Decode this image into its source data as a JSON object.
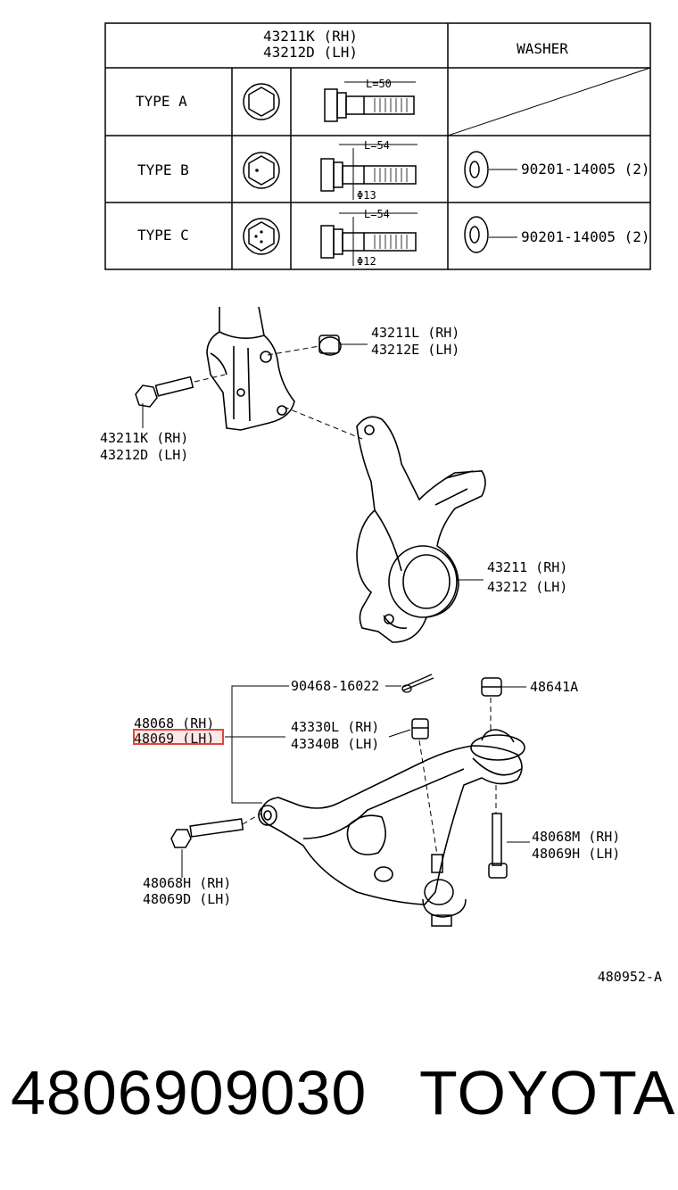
{
  "table": {
    "header_left_line1": "43211K (RH)",
    "header_left_line2": "43212D (LH)",
    "header_right": "WASHER",
    "rows": [
      {
        "type": "TYPE  A",
        "length": "L=50",
        "diameter": "",
        "washer": ""
      },
      {
        "type": "TYPE  B",
        "length": "L=54",
        "diameter": "Φ13",
        "washer": "90201-14005 (2)"
      },
      {
        "type": "TYPE  C",
        "length": "L=54",
        "diameter": "Φ12",
        "washer": "90201-14005 (2)"
      }
    ]
  },
  "labels": {
    "nut_rh": "43211L (RH)",
    "nut_lh": "43212E (LH)",
    "bolt_rh": "43211K (RH)",
    "bolt_lh": "43212D (LH)",
    "knuckle_rh": "43211 (RH)",
    "knuckle_lh": "43212 (LH)",
    "pin": "90468-16022",
    "nut_48641": "48641A",
    "arm_rh": "48068 (RH)",
    "arm_lh": "48069 (LH)",
    "balljoint_rh": "43330L (RH)",
    "balljoint_lh": "43340B (LH)",
    "bolt_m_rh": "48068M (RH)",
    "bolt_m_lh": "48069H (LH)",
    "bolt_h_rh": "48068H (RH)",
    "bolt_h_lh": "48069D (LH)",
    "diagram_code": "480952-A"
  },
  "footer": {
    "part_number": "4806909030",
    "brand": "TOYOTA"
  },
  "colors": {
    "highlight": "#e0443a",
    "ink": "#000000"
  }
}
